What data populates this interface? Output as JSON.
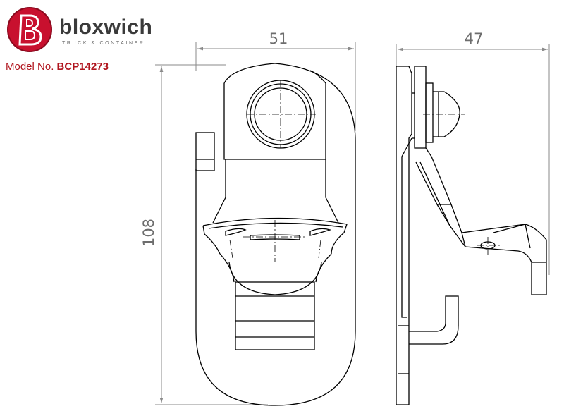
{
  "brand": {
    "name": "bloxwich",
    "tagline": "TRUCK & CONTAINER",
    "logo_color": "#c8102e"
  },
  "model": {
    "label": "Model No.",
    "number": "BCP14273",
    "color": "#b0141d"
  },
  "dimensions": {
    "front_width": "51",
    "front_height": "108",
    "side_width": "47"
  }
}
